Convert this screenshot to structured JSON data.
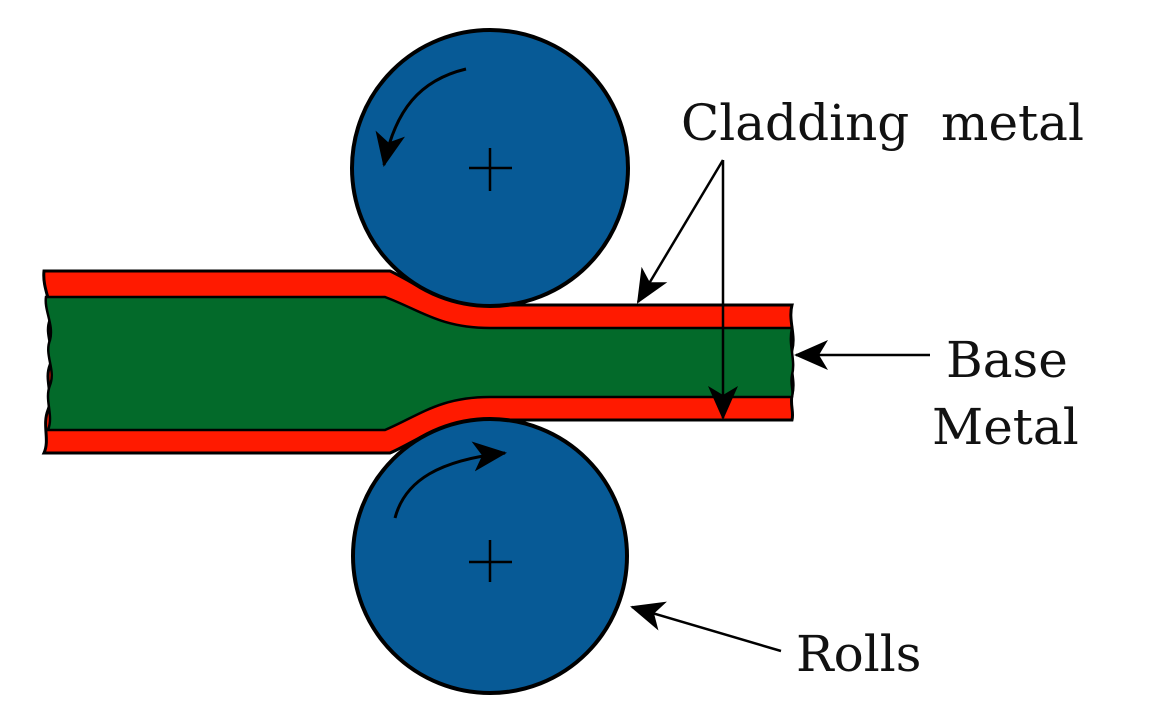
{
  "title": "Roll bonding / cladding process diagram",
  "labels": {
    "cladding_metal": "Cladding  metal",
    "base_metal_line1": "Base",
    "base_metal_line2": "Metal",
    "rolls": "Rolls"
  },
  "colors": {
    "roll": "#075a96",
    "cladding": "#ff1a00",
    "base": "#036a2a",
    "outline": "#000000",
    "background": "#ffffff"
  },
  "components": [
    {
      "name": "top-roll",
      "rotation": "counter-clockwise"
    },
    {
      "name": "bottom-roll",
      "rotation": "clockwise"
    },
    {
      "name": "cladding-metal-layers",
      "count": 2
    },
    {
      "name": "base-metal-strip"
    }
  ]
}
